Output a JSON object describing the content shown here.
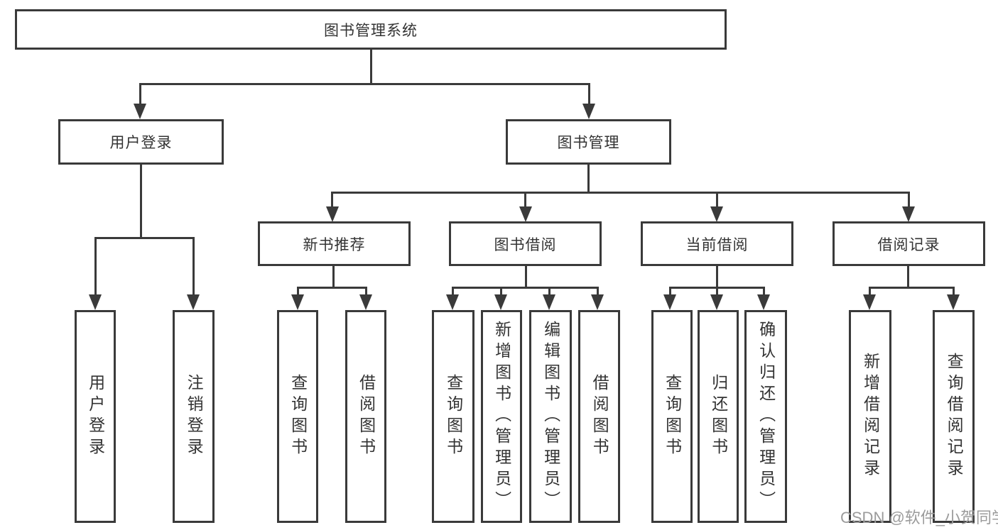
{
  "chart": {
    "root": "图书管理系统",
    "level2": [
      {
        "label": "用户登录",
        "children": [
          {
            "label": "用户登录"
          },
          {
            "label": "注销登录"
          }
        ]
      },
      {
        "label": "图书管理"
      }
    ],
    "level3": [
      {
        "label": "新书推荐",
        "children": [
          {
            "label": "查询图书"
          },
          {
            "label": "借阅图书"
          }
        ]
      },
      {
        "label": "图书借阅",
        "children": [
          {
            "label": "查询图书"
          },
          {
            "label": "新增图书（管理员）"
          },
          {
            "label": "编辑图书（管理员）"
          },
          {
            "label": "借阅图书"
          }
        ]
      },
      {
        "label": "当前借阅",
        "children": [
          {
            "label": "查询图书"
          },
          {
            "label": "归还图书"
          },
          {
            "label": "确认归还（管理员）"
          }
        ]
      },
      {
        "label": "借阅记录",
        "children": [
          {
            "label": "新增借阅记录"
          },
          {
            "label": "查询借阅记录"
          }
        ]
      }
    ]
  },
  "watermark": {
    "text": "CSDN @软件_小贺同学",
    "color": "#9b9b9b"
  },
  "colors": {
    "line": "#3a3a3a",
    "text": "#333333",
    "background": "#ffffff"
  }
}
